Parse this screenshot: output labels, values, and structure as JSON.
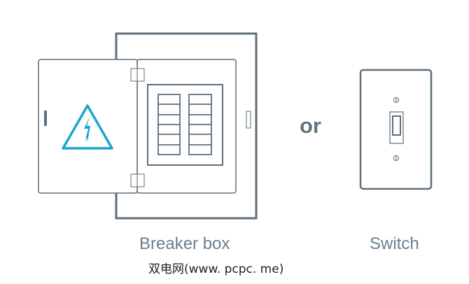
{
  "labels": {
    "breaker_box": "Breaker box",
    "or": "or",
    "switch": "Switch"
  },
  "watermark": "双电网(www. pcpc. me)",
  "colors": {
    "outline": "#5f6f7a",
    "warning": "#1aa6d0"
  }
}
